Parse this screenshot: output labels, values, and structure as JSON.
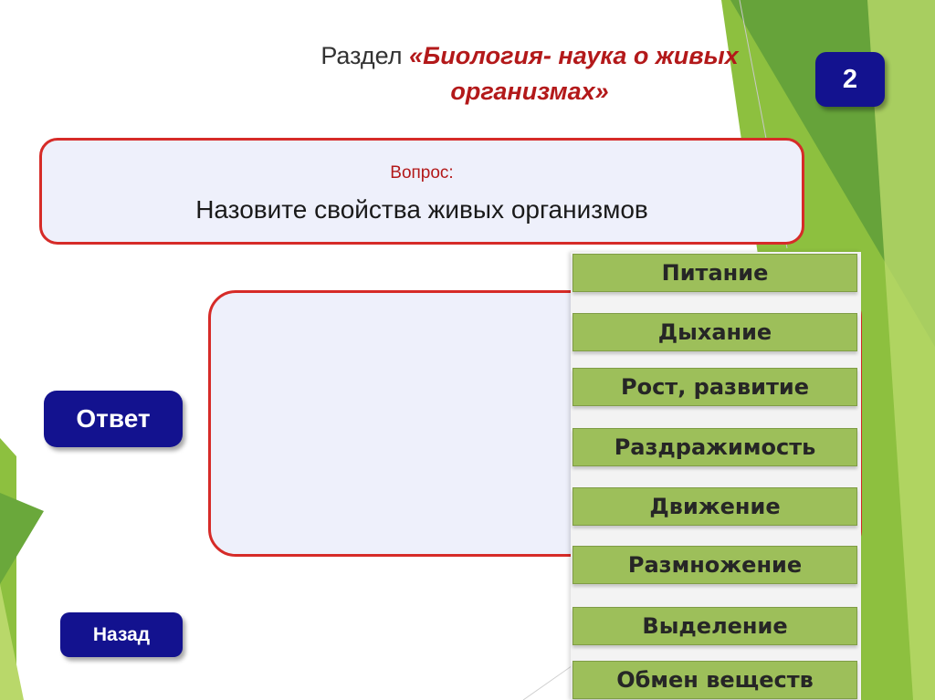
{
  "header": {
    "prefix": "Раздел ",
    "section_title": "«Биология- наука о живых организмах»"
  },
  "badge": {
    "number": "2"
  },
  "question": {
    "label": "Вопрос:",
    "text": "Назовите свойства живых организмов"
  },
  "buttons": {
    "answer_label": "Ответ",
    "back_label": "Назад"
  },
  "answer_items": [
    "Питание",
    "Дыхание",
    "Рост, развитие",
    "Раздражимость",
    "Движение",
    "Размножение",
    "Выделение",
    "Обмен веществ"
  ],
  "colors": {
    "accent_red": "#d62b28",
    "button_blue": "#13128f",
    "item_green": "#9dbf5a",
    "decor_green": "#8dc03f"
  }
}
